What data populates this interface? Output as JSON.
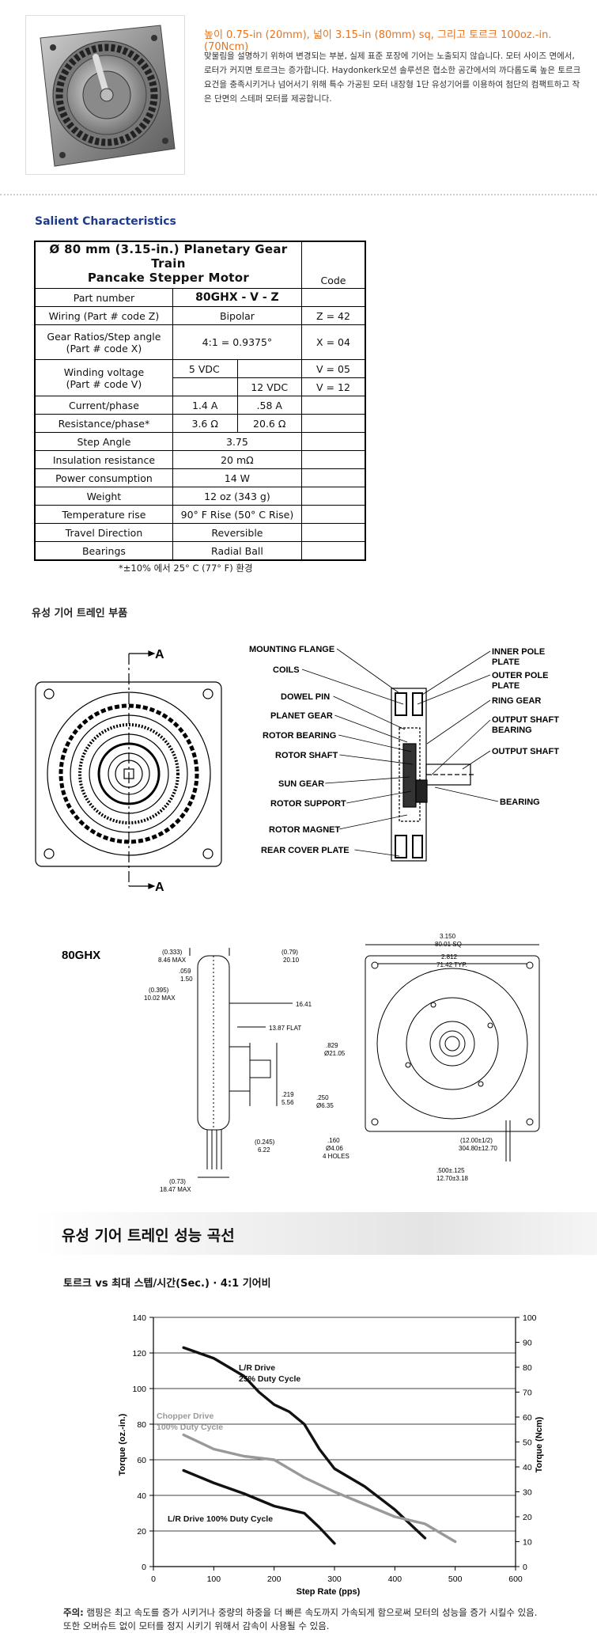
{
  "header": {
    "headline": "높이 0.75-in (20mm), 넓이 3.15-in (80mm) sq, 그리고 토르크 100oz.-in. (70Ncm)",
    "intro": "맞물림을 설명하기 위하여 변경되는 부분, 실제 표준 포장에 기어는 노출되지 않습니다. 모터 사이즈 면에서, 로터가 커지면 토르크는 증가합니다. Haydonkerk모션 솔루션은 협소한 공간에서의 까다롭도록 높은 토르크 요건을 충족시키거나 넘어서기 위해 특수 가공된 모터 내장형 1단 유성기어를 이용하여 첨단의 컴팩트하고 작은 단면의 스테퍼 모터를 제공합니다."
  },
  "salient": {
    "title": "Salient Characteristics",
    "table_title_1": "Ø  80 mm (3.15-in.) Planetary Gear Train",
    "table_title_2": "Pancake Stepper Motor",
    "code_header": "Code",
    "part_number_label": "Part number",
    "part_number_value": "80GHX - V - Z",
    "wiring_label": "Wiring (Part # code Z)",
    "wiring_value": "Bipolar",
    "wiring_code": "Z = 42",
    "gear_label_1": "Gear Ratios/Step angle",
    "gear_label_2": "(Part # code X)",
    "gear_value": "4:1 = 0.9375°",
    "gear_code": "X = 04",
    "winding_label_1": "Winding voltage",
    "winding_label_2": "(Part # code V)",
    "winding_5": "5 VDC",
    "winding_12": "12 VDC",
    "winding_code_5": "V = 05",
    "winding_code_12": "V = 12",
    "current_label": "Current/phase",
    "current_5": "1.4 A",
    "current_12": ".58 A",
    "resistance_label": "Resistance/phase*",
    "resistance_5": "3.6 Ω",
    "resistance_12": "20.6 Ω",
    "step_label": "Step Angle",
    "step_value": "3.75",
    "insulation_label": "Insulation resistance",
    "insulation_value": "20 mΩ",
    "power_label": "Power consumption",
    "power_value": "14 W",
    "weight_label": "Weight",
    "weight_value": "12 oz  (343 g)",
    "temp_label": "Temperature rise",
    "temp_value": "90°  F Rise (50°  C Rise)",
    "travel_label": "Travel Direction",
    "travel_value": "Reversible",
    "bearings_label": "Bearings",
    "bearings_value": "Radial Ball",
    "footnote": "*±10% 에서 25°  C (77°  F) 환경"
  },
  "gear_parts": {
    "title": "유성 기어 트레인 부품",
    "section_mark": "A",
    "labels_left": [
      "MOUNTING FLANGE",
      "COILS",
      "DOWEL PIN",
      "PLANET GEAR",
      "ROTOR BEARING",
      "ROTOR SHAFT",
      "SUN GEAR",
      "ROTOR SUPPORT",
      "ROTOR MAGNET",
      "REAR COVER PLATE"
    ],
    "labels_right": [
      "INNER POLE",
      "PLATE",
      "OUTER POLE",
      "PLATE",
      "RING GEAR",
      "OUTPUT SHAFT",
      "BEARING",
      "OUTPUT SHAFT",
      "BEARING"
    ]
  },
  "dims": {
    "model": "80GHX",
    "d333": "(0.333)",
    "d846": "8.46 MAX",
    "d059": ".059",
    "d150": "1.50",
    "d395": "(0.395)",
    "d1002": "10.02 MAX",
    "d079": "(0.79)",
    "d2010": "20.10",
    "d1641": "16.41",
    "d1387": "13.87 FLAT",
    "d829": ".829",
    "d2105": "Ø21.05",
    "d219": ".219",
    "d556": "5.56",
    "d250": ".250",
    "d635": "Ø6.35",
    "d245": "(0.245)",
    "d622": "6.22",
    "d073": "(0.73)",
    "d1847": "18.47 MAX",
    "d3150": "3.150",
    "d8001": "80.01  SQ",
    "d2812": "2.812",
    "d7142": "71.42  TYP.",
    "d160": ".160",
    "d406": "Ø4.06",
    "holes": "4 HOLES",
    "d1200": "(12.00±1/2)",
    "d30480": "304.80±12.70",
    "d500": ".500±.125",
    "d1270": "12.70±3.18"
  },
  "performance": {
    "title": "유성 기어 트레인 성능 곡선",
    "subtitle": "토르크 vs 최대 스텝/시간(Sec.) · 4:1 기어비",
    "footnote_bold": "주의:",
    "footnote_1": " 램핑은 최고 속도를 증가 시키거나 중량의 하중을 더 빠른 속도까지 가속되게 함으로써 모터의 성능을 증가 시킬수 있음.",
    "footnote_2": "또한 오버슈트 없이 모터를 정지 시키기 위해서 감속이 사용될 수 있음."
  },
  "chart_data": {
    "type": "line",
    "xlabel": "Step Rate (pps)",
    "ylabel": "Torque (oz.-in.)",
    "y2label": "Torque (Ncm)",
    "xlim": [
      0,
      600
    ],
    "ylim": [
      0,
      140
    ],
    "y2lim": [
      0,
      100
    ],
    "xticks": [
      0,
      100,
      200,
      300,
      400,
      500,
      600
    ],
    "yticks": [
      0,
      20,
      40,
      60,
      80,
      100,
      120,
      140
    ],
    "y2ticks": [
      0,
      10,
      20,
      30,
      40,
      50,
      60,
      70,
      80,
      90,
      100
    ],
    "grid": "horizontal",
    "series": [
      {
        "name": "L/R Drive 25% Duty Cycle",
        "label_1": "L/R Drive",
        "label_2": "25% Duty Cycle",
        "color": "#111111",
        "x": [
          50,
          100,
          150,
          175,
          200,
          225,
          250,
          275,
          300,
          350,
          400,
          450
        ],
        "y": [
          123,
          117,
          107,
          98,
          91,
          87,
          80,
          66,
          55,
          45,
          32,
          16
        ]
      },
      {
        "name": "Chopper Drive 100% Duty Cycle",
        "label_1": "Chopper Drive",
        "label_2": "100% Duty Cycle",
        "color": "#999999",
        "x": [
          50,
          100,
          150,
          200,
          250,
          300,
          350,
          400,
          450,
          500
        ],
        "y": [
          74,
          66,
          62,
          60,
          50,
          42,
          35,
          28,
          24,
          14
        ]
      },
      {
        "name": "L/R Drive 100% Duty Cycle",
        "label_1": "L/R Drive 100% Duty Cycle",
        "color": "#111111",
        "x": [
          50,
          100,
          150,
          200,
          250,
          275,
          300
        ],
        "y": [
          54,
          47,
          41,
          34,
          30,
          22,
          13
        ]
      }
    ]
  }
}
